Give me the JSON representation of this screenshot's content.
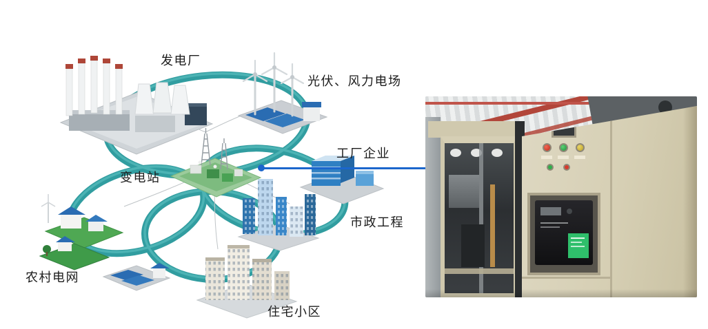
{
  "diagram": {
    "labels": {
      "power_plant": "发电厂",
      "pv_wind_farm": "光伏、风力电场",
      "factory": "工厂企业",
      "substation": "变电站",
      "municipal": "市政工程",
      "rural_grid": "农村电网",
      "residential": "住宅小区"
    },
    "colors": {
      "ring": "#27989b",
      "ring_highlight": "#4fb6b7",
      "connector_line": "#1b66cc",
      "label_text": "#1c1c1c"
    }
  },
  "photo": {
    "name": "switchgear-cabinet-photo",
    "colors": {
      "cabinet_beige": "#d6cfb4",
      "interior_dark": "#2c2f32",
      "breaker_black": "#1a1a1c",
      "breaker_label_green": "#2fbf6b",
      "indicator_red": "#d83a2c",
      "indicator_green": "#2fae4a",
      "indicator_yellow": "#d4b93a",
      "roof_beam_red": "#b2463a"
    }
  }
}
